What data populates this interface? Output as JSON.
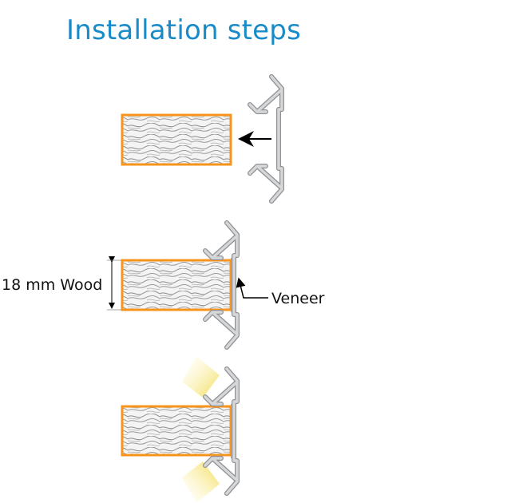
{
  "title": "Installation steps",
  "labels": {
    "wood_thickness": "18 mm Wood",
    "veneer": "Veneer"
  },
  "colors": {
    "title": "#1a8bc9",
    "wood_border": "#f7941d",
    "veneer": "#f4935a",
    "profile": "#a7a9ac",
    "light": "#f5e27a"
  },
  "steps": [
    {
      "name": "step-1-insert-profile"
    },
    {
      "name": "step-2-profile-on-veneered-board"
    },
    {
      "name": "step-3-led-lighting"
    }
  ]
}
